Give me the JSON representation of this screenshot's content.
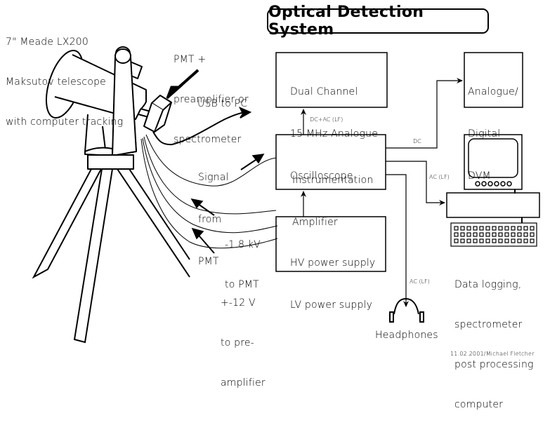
{
  "title": "Optical Detection System",
  "labels": {
    "telescope": [
      "7\" Meade LX200",
      "Maksutov telescope",
      "with computer tracking"
    ],
    "pmt": [
      "PMT +",
      "preamplifier or",
      "spectrometer"
    ],
    "usb": "USB to PC",
    "signal": [
      "Signal",
      "from",
      "PMT"
    ],
    "hv_cable": [
      "-1.8 kV",
      "to PMT"
    ],
    "lv_cable": [
      "+-12 V",
      "to pre-",
      "amplifier"
    ],
    "data_logging": [
      "Data logging,",
      "spectrometer",
      "post processing",
      "computer"
    ],
    "headphones": "Headphones",
    "credit": "11.02.2001/Michael Fletcher"
  },
  "boxes": {
    "oscilloscope": [
      "Dual Channel",
      "15 MHz Analogue",
      "Oscilloscope"
    ],
    "dvm": [
      "Analogue/",
      "Digital",
      "DVM"
    ],
    "amplifier": [
      "Instrumentation",
      "Amplifier"
    ],
    "power": [
      "HV power supply",
      "LV power supply"
    ]
  },
  "connections": {
    "amp_to_scope": "DC+AC (LF)",
    "amp_to_dvm": "DC",
    "amp_to_pc": "AC (LF)",
    "amp_to_headphones": "AC (LF)"
  }
}
